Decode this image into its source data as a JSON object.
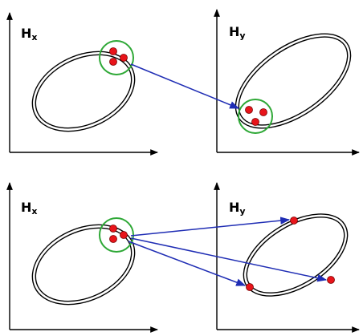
{
  "colors": {
    "axis": "#000000",
    "ellipse": "#000000",
    "point_fill": "#e8141a",
    "point_stroke": "#7a0000",
    "neighborhood": "#2ea836",
    "arrow": "#1f2db4"
  },
  "panels": {
    "top_left": {
      "title": "H",
      "subscript": "x"
    },
    "top_right": {
      "title": "H",
      "subscript": "y"
    },
    "bottom_left": {
      "title": "H",
      "subscript": "x"
    },
    "bottom_right": {
      "title": "H",
      "subscript": "y"
    }
  }
}
